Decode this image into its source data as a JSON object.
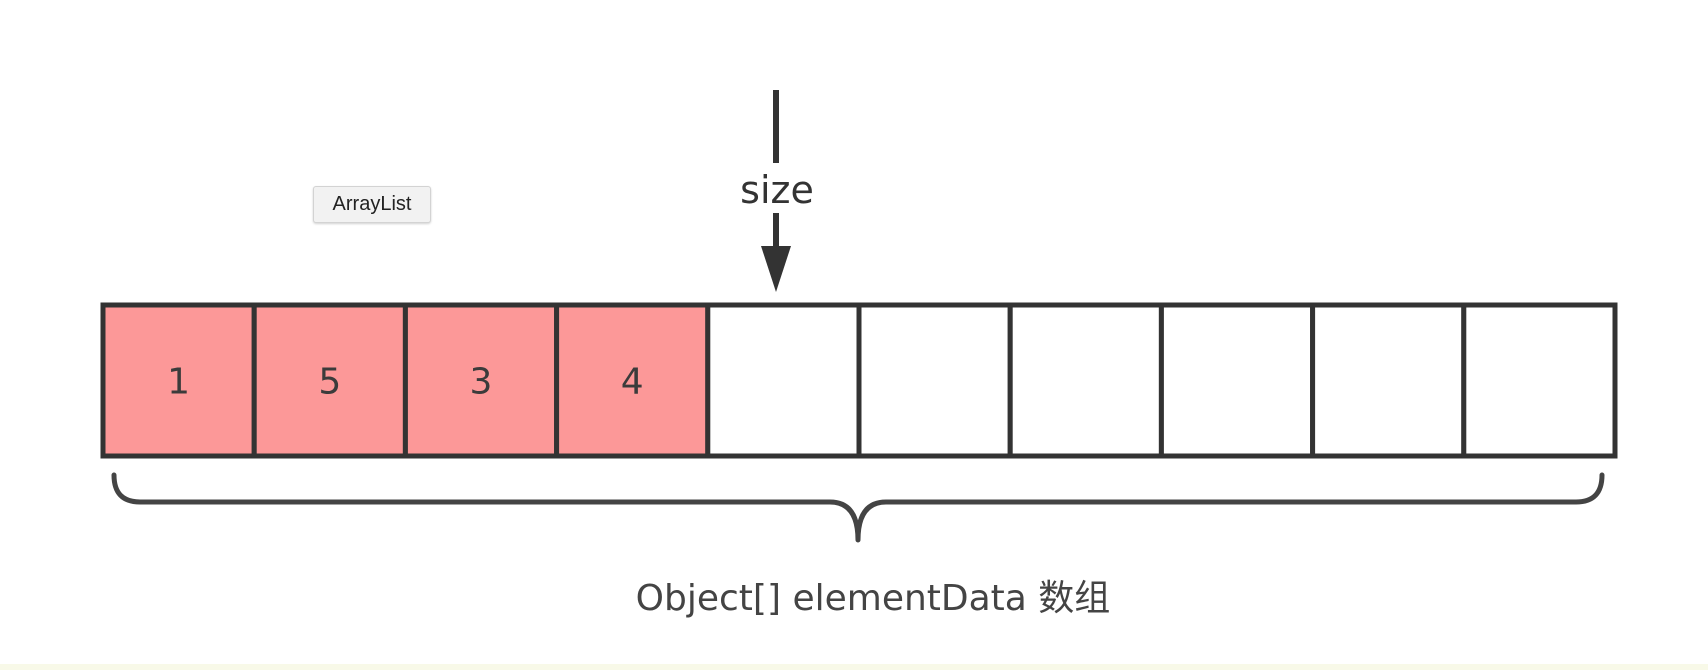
{
  "tooltip": {
    "label": "ArrayList"
  },
  "pointer": {
    "label": "size"
  },
  "array": {
    "cells": [
      "1",
      "5",
      "3",
      "4",
      "",
      "",
      "",
      "",
      "",
      ""
    ],
    "filled_count": 4,
    "filled_color": "#fc9898",
    "empty_color": "#ffffff",
    "border_color": "#333333"
  },
  "caption": "Object[] elementData 数组"
}
